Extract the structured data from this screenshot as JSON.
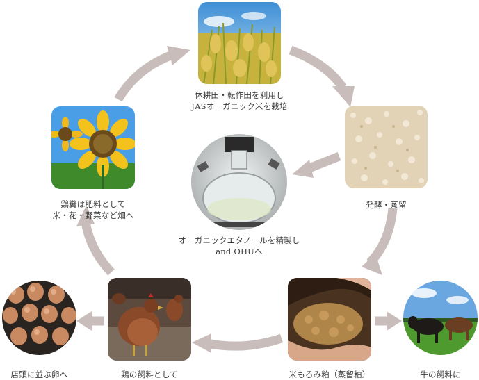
{
  "colors": {
    "arrow": "#c9bdbb",
    "text": "#3a3a3a",
    "background": "#ffffff"
  },
  "nodes": {
    "rice": {
      "icon": "rice-field-photo",
      "label_line1": "休耕田・転作田を利用し",
      "label_line2": "JASオーガニック米を栽培"
    },
    "ferment": {
      "icon": "fermented-rice-photo",
      "label_line1": "発酵・蒸留"
    },
    "distill": {
      "icon": "distillation-flask-photo",
      "label_line1": "オーガニックエタノールを精製し",
      "label_line2": "and OHUへ"
    },
    "moromi": {
      "icon": "rice-mash-photo",
      "label_line1": "米もろみ粕（蒸留粕）"
    },
    "cattle": {
      "icon": "cattle-photo",
      "label_line1": "牛の飼料に"
    },
    "chicken": {
      "icon": "chickens-photo",
      "label_line1": "鶏の飼料として"
    },
    "eggs": {
      "icon": "eggs-photo",
      "label_line1": "店頭に並ぶ卵へ"
    },
    "sunflower": {
      "icon": "sunflower-photo",
      "label_line1": "鶏糞は肥料として",
      "label_line2": "米・花・野菜など畑へ"
    }
  }
}
